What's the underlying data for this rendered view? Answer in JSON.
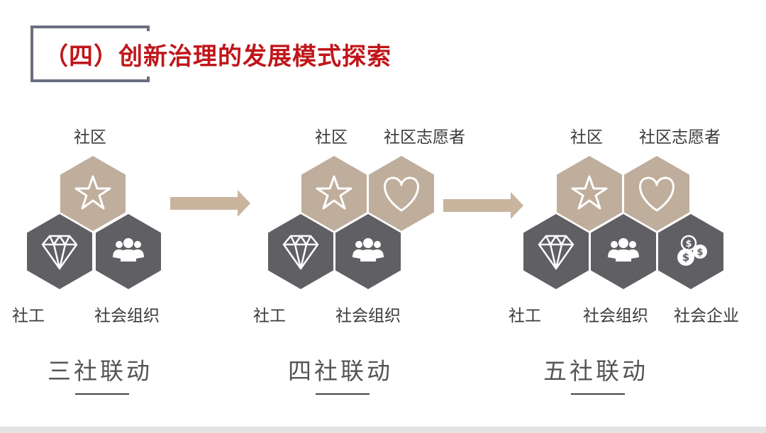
{
  "title": "（四）创新治理的发展模式探索",
  "colors": {
    "tan": "#bfae9c",
    "gray": "#5f5f64",
    "title": "#c0161b",
    "arrow": "#c9b59e"
  },
  "models": [
    {
      "caption": "三社联动",
      "labels": {
        "shequ": "社区",
        "shegong": "社工",
        "shehui_zuzhi": "社会组织"
      }
    },
    {
      "caption": "四社联动",
      "labels": {
        "shequ": "社区",
        "zhiyuanzhe": "社区志愿者",
        "shegong": "社工",
        "shehui_zuzhi": "社会组织"
      }
    },
    {
      "caption": "五社联动",
      "labels": {
        "shequ": "社区",
        "zhiyuanzhe": "社区志愿者",
        "shegong": "社工",
        "shehui_zuzhi": "社会组织",
        "shehui_qiye": "社会企业"
      }
    }
  ],
  "icons": [
    "star-icon",
    "heart-icon",
    "diamond-icon",
    "people-icon",
    "coins-icon"
  ]
}
